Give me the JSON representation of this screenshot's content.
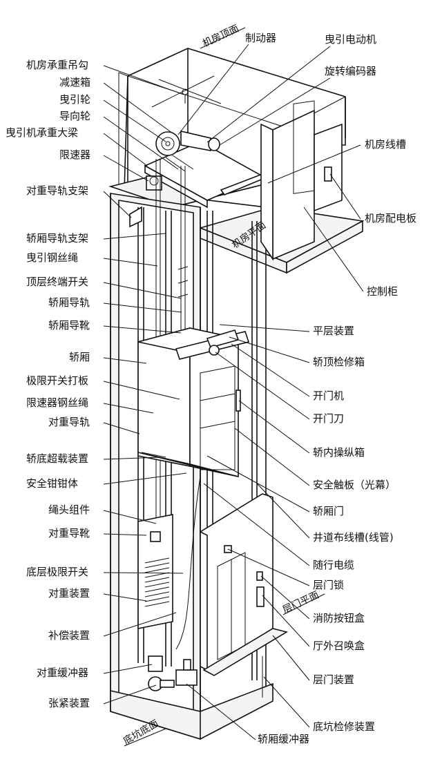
{
  "planes": {
    "machine_room_top": "机房顶面",
    "machine_room_floor": "机房平面",
    "landing_floor": "层门平面",
    "pit_bottom": "底坑底面"
  },
  "left_labels": [
    "机房承重吊勾",
    "减速箱",
    "曳引轮",
    "导向轮",
    "曳引机承重大梁",
    "限速器",
    "对重导轨支架",
    "轿厢导轨支架",
    "曳引钢丝绳",
    "顶层终端开关",
    "轿厢导轨",
    "轿厢导靴",
    "轿厢",
    "极限开关打板",
    "限速器钢丝绳",
    "对重导轨",
    "轿底超载装置",
    "安全钳钳体",
    "绳头组件",
    "对重导靴",
    "底层极限开关",
    "对重装置",
    "补偿装置",
    "对重缓冲器",
    "张紧装置"
  ],
  "top_labels": {
    "brake": "制动器",
    "traction_motor": "曳引电动机",
    "encoder": "旋转编码器"
  },
  "right_labels": [
    "机房线槽",
    "机房配电板",
    "控制柜",
    "平层装置",
    "轿顶检修箱",
    "开门机",
    "开门刀",
    "轿内操纵箱",
    "安全触板（光幕）",
    "轿厢门",
    "井道布线槽(线管)",
    "随行电缆",
    "层门锁",
    "消防按钮盒",
    "厅外召唤盒",
    "层门装置",
    "底坑检修装置"
  ],
  "bottom_labels": {
    "car_buffer": "轿厢缓冲器"
  }
}
